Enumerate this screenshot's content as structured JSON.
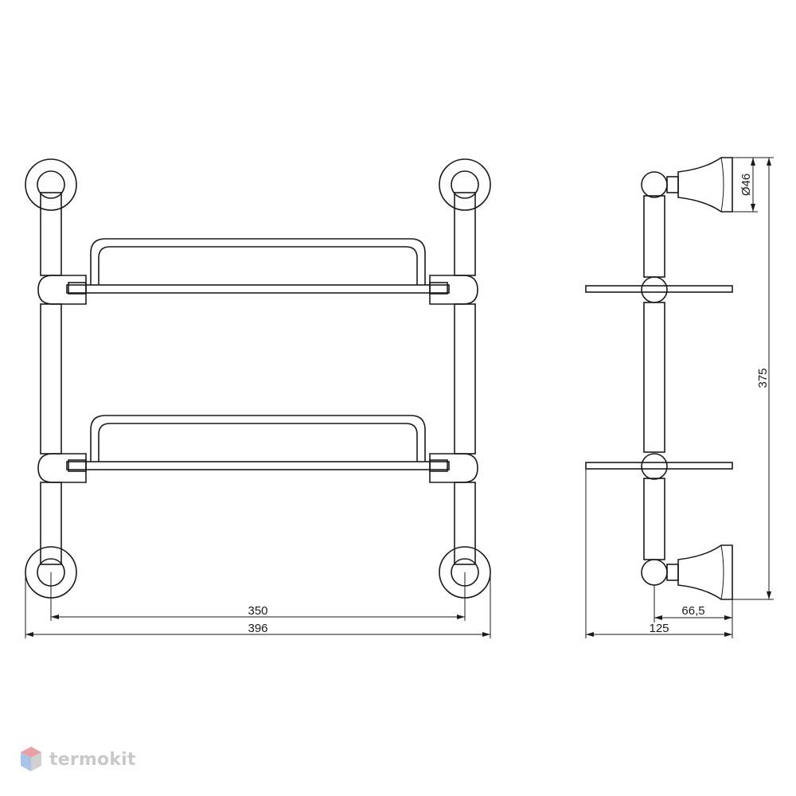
{
  "dimensions": {
    "inner_width": "350",
    "outer_width": "396",
    "height": "375",
    "diameter": "Ø46",
    "projection": "66,5",
    "depth": "125"
  },
  "watermark": {
    "text": "termokit",
    "colors": [
      "#e8a0a6",
      "#a9c4e6",
      "#d0d0d0"
    ]
  }
}
